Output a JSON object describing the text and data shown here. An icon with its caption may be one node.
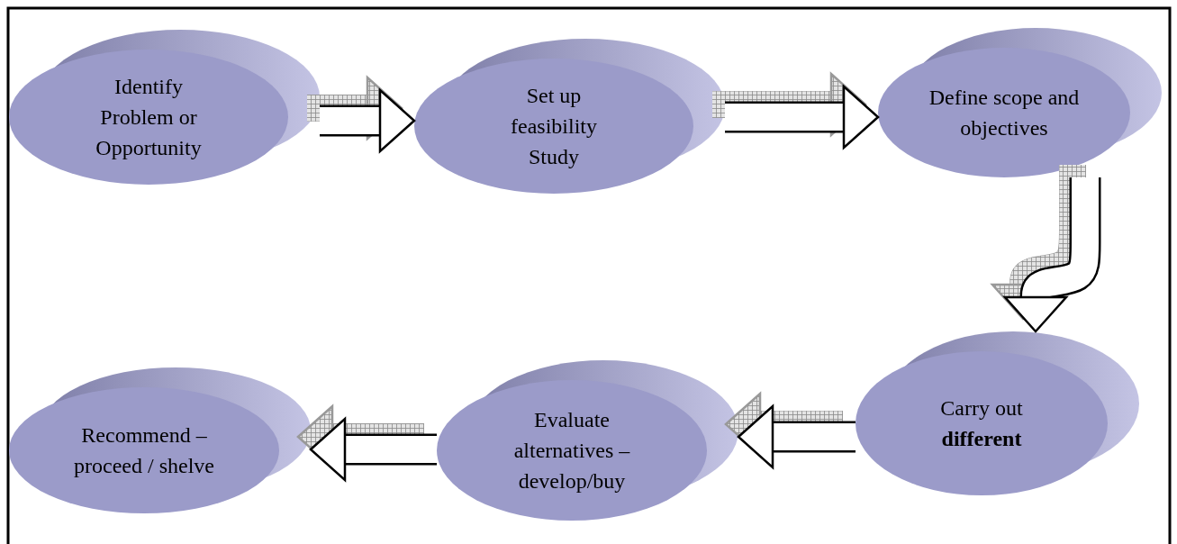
{
  "diagram": {
    "nodes": [
      {
        "text": [
          "Identify Problem or Opportunity"
        ]
      },
      {
        "text": [
          "Set up feasibility Study"
        ]
      },
      {
        "text": [
          "Define scope and objectives"
        ]
      },
      {
        "text": [
          "Carry out **different**"
        ]
      },
      {
        "text": [
          "Evaluate alternatives – develop/buy"
        ]
      },
      {
        "text": [
          "Recommend – proceed / shelve"
        ]
      }
    ],
    "edges": [
      {
        "from": 0,
        "to": 1,
        "arrow": "to"
      },
      {
        "from": 1,
        "to": 2,
        "arrow": "to"
      },
      {
        "from": 2,
        "to": 3,
        "arrow": "to"
      },
      {
        "from": 3,
        "to": 4,
        "arrow": "to"
      },
      {
        "from": 4,
        "to": 5,
        "arrow": "to"
      }
    ]
  }
}
